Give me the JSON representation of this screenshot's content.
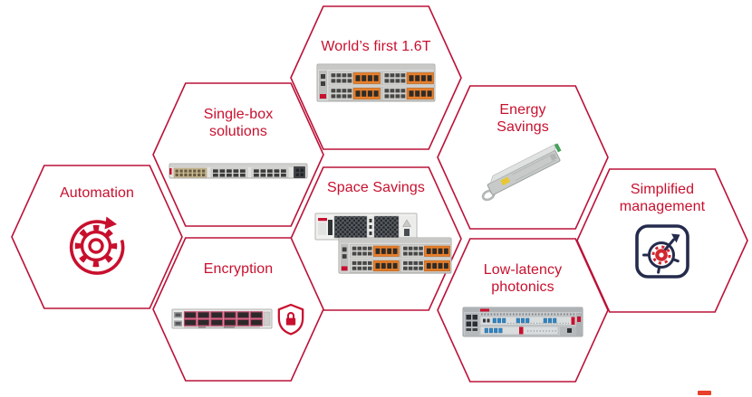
{
  "figure": {
    "title_context": "honeycomb feature diagram",
    "hexagons": [
      {
        "key": "automation",
        "label": "Automation",
        "media": "gear-refresh-icon"
      },
      {
        "key": "single_box",
        "label": "Single-box solutions",
        "media": "1u-platform-photo"
      },
      {
        "key": "worlds_first",
        "label": "World’s first 1.6T",
        "media": "quad-module-chassis-photo"
      },
      {
        "key": "energy",
        "label": "Energy Savings",
        "media": "pluggable-transceiver-photo"
      },
      {
        "key": "space",
        "label": "Space Savings",
        "media": "stacked-chassis-photo"
      },
      {
        "key": "simplified",
        "label": "Simplified management",
        "media": "target-gear-arrow-icon"
      },
      {
        "key": "encryption",
        "label": "Encryption",
        "media": "line-card-with-lock-shield-photo"
      },
      {
        "key": "low_latency",
        "label": "Low-latency photonics",
        "media": "photonics-shelf-photo"
      }
    ],
    "colors": {
      "accent_red": "#C8102E",
      "hex_border": "#BB1238",
      "icon_navy": "#252B4D",
      "module_orange": "#E87F2B",
      "port_blue": "#2F86C4",
      "logo_fragment": "#E8402A"
    }
  }
}
